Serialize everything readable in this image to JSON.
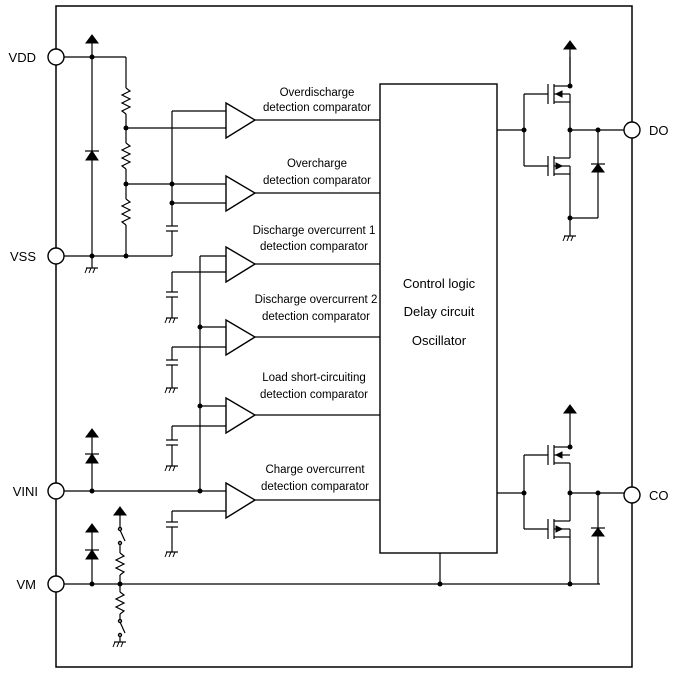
{
  "pins": {
    "vdd": "VDD",
    "vss": "VSS",
    "vini": "VINI",
    "vm": "VM",
    "do": "DO",
    "co": "CO"
  },
  "comparators": [
    {
      "line1": "Overdischarge",
      "line2": "detection comparator"
    },
    {
      "line1": "Overcharge",
      "line2": "detection comparator"
    },
    {
      "line1": "Discharge overcurrent 1",
      "line2": "detection comparator"
    },
    {
      "line1": "Discharge overcurrent 2",
      "line2": "detection comparator"
    },
    {
      "line1": "Load short-circuiting",
      "line2": "detection comparator"
    },
    {
      "line1": "Charge overcurrent",
      "line2": "detection comparator"
    }
  ],
  "logic_block": {
    "line1": "Control logic",
    "line2": "Delay circuit",
    "line3": "Oscillator"
  }
}
